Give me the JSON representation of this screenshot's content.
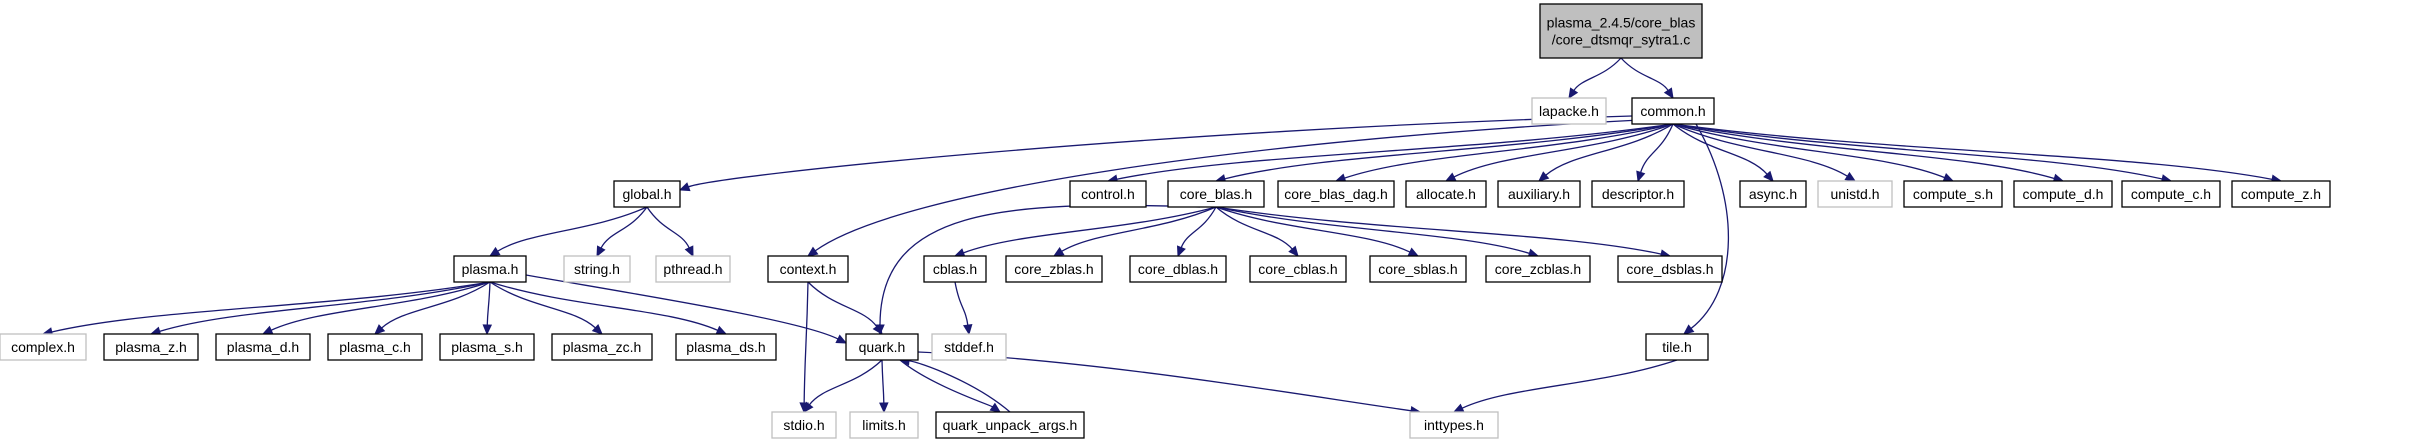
{
  "colors": {
    "edge": "#191970",
    "root_fill": "#bfbfbf",
    "node_border": "#000000",
    "external_border": "#bfbfbf",
    "external_text": "#7f7f7f"
  },
  "nodes": {
    "root": {
      "lines": [
        "plasma_2.4.5/core_blas",
        "/core_dtsmqr_sytra1.c"
      ],
      "kind": "root"
    },
    "lapacke_h": {
      "lines": [
        "lapacke.h"
      ],
      "kind": "external"
    },
    "common_h": {
      "lines": [
        "common.h"
      ],
      "kind": "normal"
    },
    "global_h": {
      "lines": [
        "global.h"
      ],
      "kind": "normal"
    },
    "control_h": {
      "lines": [
        "control.h"
      ],
      "kind": "normal"
    },
    "core_blas_h": {
      "lines": [
        "core_blas.h"
      ],
      "kind": "normal"
    },
    "core_blas_dag_h": {
      "lines": [
        "core_blas_dag.h"
      ],
      "kind": "normal"
    },
    "allocate_h": {
      "lines": [
        "allocate.h"
      ],
      "kind": "normal"
    },
    "auxiliary_h": {
      "lines": [
        "auxiliary.h"
      ],
      "kind": "normal"
    },
    "descriptor_h": {
      "lines": [
        "descriptor.h"
      ],
      "kind": "normal"
    },
    "async_h": {
      "lines": [
        "async.h"
      ],
      "kind": "normal"
    },
    "unistd_h": {
      "lines": [
        "unistd.h"
      ],
      "kind": "external"
    },
    "compute_s_h": {
      "lines": [
        "compute_s.h"
      ],
      "kind": "normal"
    },
    "compute_d_h": {
      "lines": [
        "compute_d.h"
      ],
      "kind": "normal"
    },
    "compute_c_h": {
      "lines": [
        "compute_c.h"
      ],
      "kind": "normal"
    },
    "compute_z_h": {
      "lines": [
        "compute_z.h"
      ],
      "kind": "normal"
    },
    "plasma_h": {
      "lines": [
        "plasma.h"
      ],
      "kind": "normal"
    },
    "string_h": {
      "lines": [
        "string.h"
      ],
      "kind": "external"
    },
    "pthread_h": {
      "lines": [
        "pthread.h"
      ],
      "kind": "external"
    },
    "context_h": {
      "lines": [
        "context.h"
      ],
      "kind": "normal"
    },
    "cblas_h": {
      "lines": [
        "cblas.h"
      ],
      "kind": "normal"
    },
    "core_zblas_h": {
      "lines": [
        "core_zblas.h"
      ],
      "kind": "normal"
    },
    "core_dblas_h": {
      "lines": [
        "core_dblas.h"
      ],
      "kind": "normal"
    },
    "core_cblas_h": {
      "lines": [
        "core_cblas.h"
      ],
      "kind": "normal"
    },
    "core_sblas_h": {
      "lines": [
        "core_sblas.h"
      ],
      "kind": "normal"
    },
    "core_zcblas_h": {
      "lines": [
        "core_zcblas.h"
      ],
      "kind": "normal"
    },
    "core_dsblas_h": {
      "lines": [
        "core_dsblas.h"
      ],
      "kind": "normal"
    },
    "complex_h": {
      "lines": [
        "complex.h"
      ],
      "kind": "external"
    },
    "plasma_z_h": {
      "lines": [
        "plasma_z.h"
      ],
      "kind": "normal"
    },
    "plasma_d_h": {
      "lines": [
        "plasma_d.h"
      ],
      "kind": "normal"
    },
    "plasma_c_h": {
      "lines": [
        "plasma_c.h"
      ],
      "kind": "normal"
    },
    "plasma_s_h": {
      "lines": [
        "plasma_s.h"
      ],
      "kind": "normal"
    },
    "plasma_zc_h": {
      "lines": [
        "plasma_zc.h"
      ],
      "kind": "normal"
    },
    "plasma_ds_h": {
      "lines": [
        "plasma_ds.h"
      ],
      "kind": "normal"
    },
    "quark_h": {
      "lines": [
        "quark.h"
      ],
      "kind": "normal"
    },
    "stddef_h": {
      "lines": [
        "stddef.h"
      ],
      "kind": "external"
    },
    "tile_h": {
      "lines": [
        "tile.h"
      ],
      "kind": "normal"
    },
    "stdio_h": {
      "lines": [
        "stdio.h"
      ],
      "kind": "external"
    },
    "limits_h": {
      "lines": [
        "limits.h"
      ],
      "kind": "external"
    },
    "quark_unpack_args_h": {
      "lines": [
        "quark_unpack_args.h"
      ],
      "kind": "normal"
    },
    "inttypes_h": {
      "lines": [
        "inttypes.h"
      ],
      "kind": "external"
    }
  },
  "edges": [
    [
      "root",
      "lapacke_h"
    ],
    [
      "root",
      "common_h"
    ],
    [
      "common_h",
      "global_h"
    ],
    [
      "common_h",
      "control_h"
    ],
    [
      "common_h",
      "core_blas_h"
    ],
    [
      "common_h",
      "core_blas_dag_h"
    ],
    [
      "common_h",
      "allocate_h"
    ],
    [
      "common_h",
      "auxiliary_h"
    ],
    [
      "common_h",
      "descriptor_h"
    ],
    [
      "common_h",
      "async_h"
    ],
    [
      "common_h",
      "unistd_h"
    ],
    [
      "common_h",
      "compute_s_h"
    ],
    [
      "common_h",
      "compute_d_h"
    ],
    [
      "common_h",
      "compute_c_h"
    ],
    [
      "common_h",
      "compute_z_h"
    ],
    [
      "common_h",
      "context_h"
    ],
    [
      "common_h",
      "tile_h"
    ],
    [
      "global_h",
      "plasma_h"
    ],
    [
      "global_h",
      "string_h"
    ],
    [
      "global_h",
      "pthread_h"
    ],
    [
      "core_blas_h",
      "cblas_h"
    ],
    [
      "core_blas_h",
      "core_zblas_h"
    ],
    [
      "core_blas_h",
      "core_dblas_h"
    ],
    [
      "core_blas_h",
      "core_cblas_h"
    ],
    [
      "core_blas_h",
      "core_sblas_h"
    ],
    [
      "core_blas_h",
      "core_zcblas_h"
    ],
    [
      "core_blas_h",
      "core_dsblas_h"
    ],
    [
      "core_blas_h",
      "quark_h"
    ],
    [
      "plasma_h",
      "complex_h"
    ],
    [
      "plasma_h",
      "plasma_z_h"
    ],
    [
      "plasma_h",
      "plasma_d_h"
    ],
    [
      "plasma_h",
      "plasma_c_h"
    ],
    [
      "plasma_h",
      "plasma_s_h"
    ],
    [
      "plasma_h",
      "plasma_zc_h"
    ],
    [
      "plasma_h",
      "plasma_ds_h"
    ],
    [
      "plasma_h",
      "quark_h"
    ],
    [
      "context_h",
      "quark_h"
    ],
    [
      "context_h",
      "stdio_h"
    ],
    [
      "cblas_h",
      "stddef_h"
    ],
    [
      "quark_h",
      "stdio_h"
    ],
    [
      "quark_h",
      "limits_h"
    ],
    [
      "quark_h",
      "quark_unpack_args_h"
    ],
    [
      "quark_h",
      "inttypes_h"
    ],
    [
      "quark_unpack_args_h",
      "quark_h"
    ],
    [
      "tile_h",
      "inttypes_h"
    ]
  ]
}
